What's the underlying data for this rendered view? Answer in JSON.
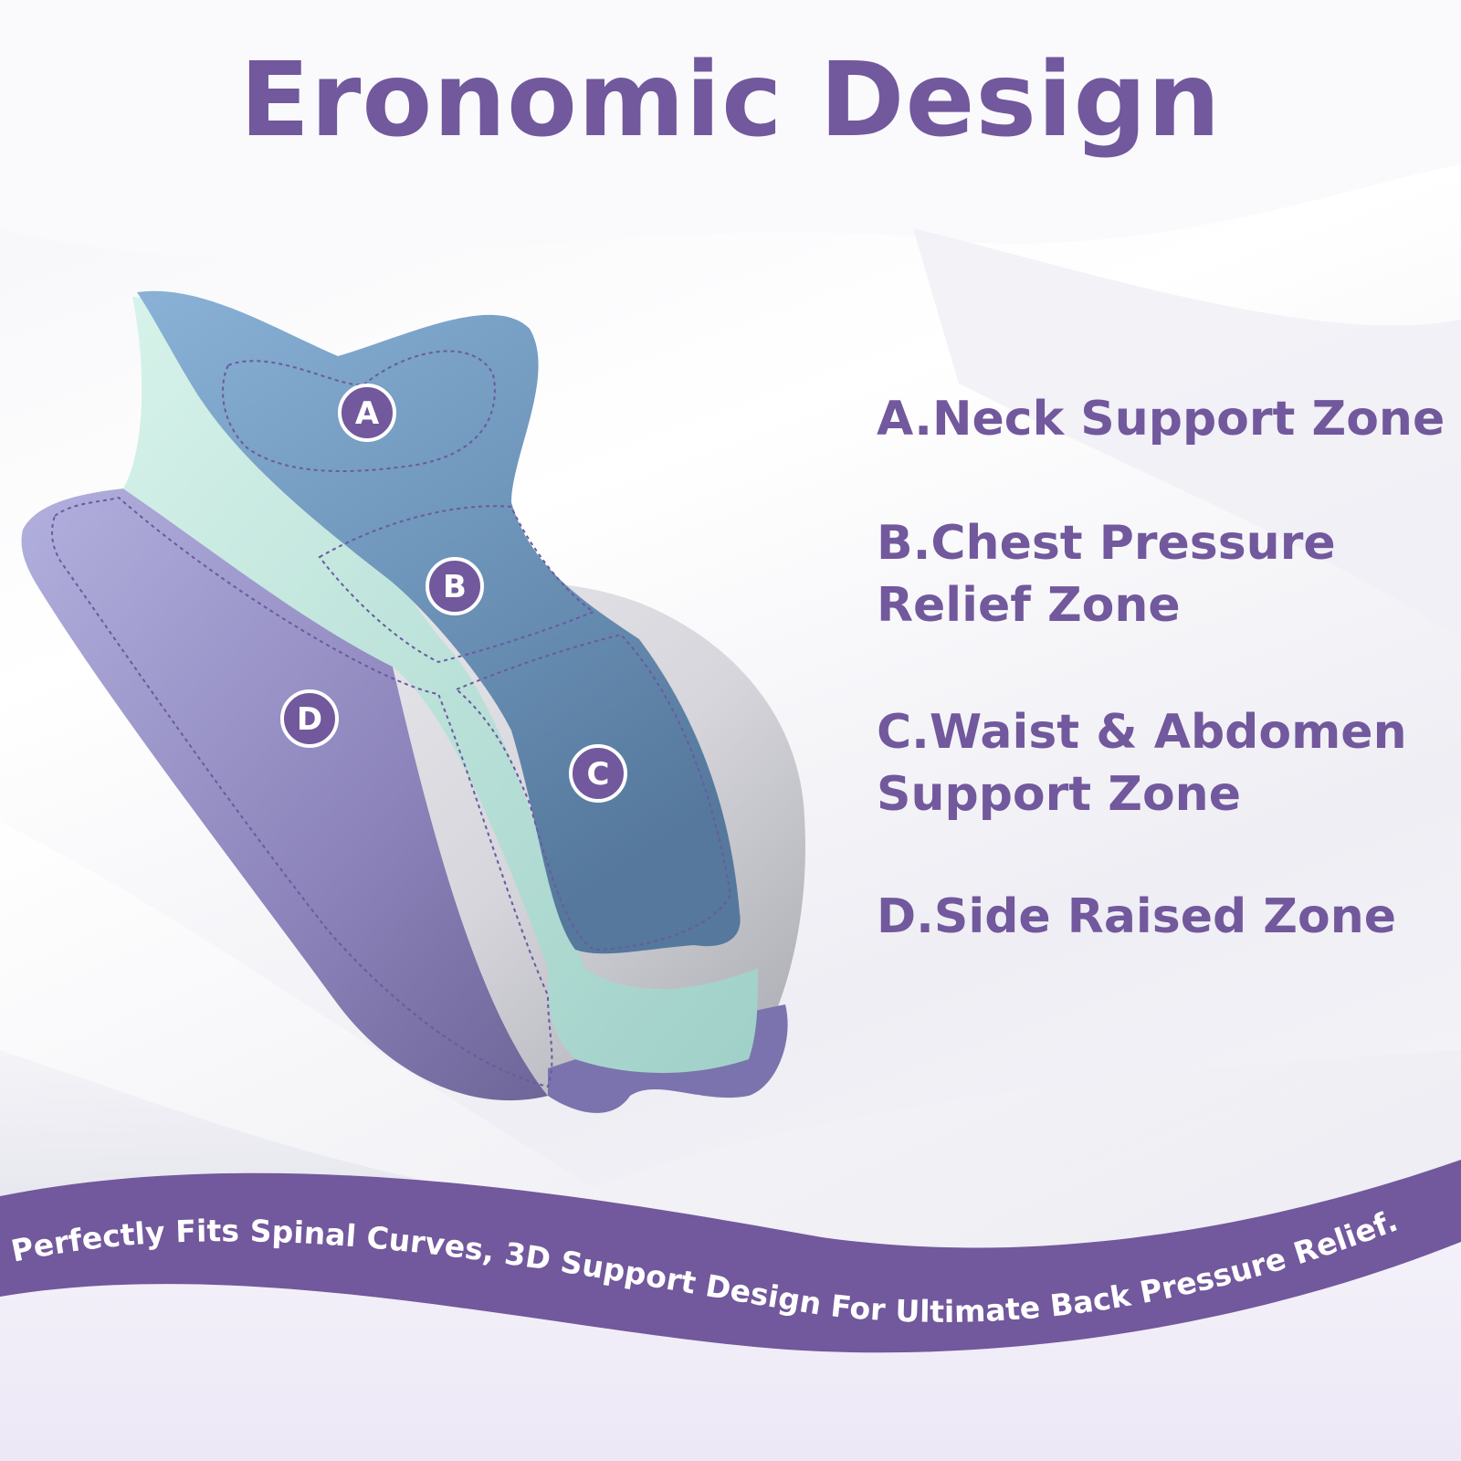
{
  "heading": "Eronomic Design",
  "zones": [
    {
      "letter": "A",
      "line1": "A.Neck Support Zone",
      "line2": ""
    },
    {
      "letter": "B",
      "line1": "B.Chest Pressure",
      "line2": "Relief Zone"
    },
    {
      "letter": "C",
      "line1": "C.Waist & Abdomen",
      "line2": "Support Zone"
    },
    {
      "letter": "D",
      "line1": "D.Side Raised Zone",
      "line2": ""
    }
  ],
  "banner_text": "Perfectly Fits Spinal Curves, 3D Support Design For Ultimate Back Pressure Relief.",
  "colors": {
    "accent": "#72589c",
    "pillow_blue": "#6f93b8",
    "pillow_mint": "#bfe3dc",
    "pillow_purple": "#8e85bd",
    "pillow_gray": "#dcdce2"
  },
  "icons": [
    "zone-marker-a-icon",
    "zone-marker-b-icon",
    "zone-marker-c-icon",
    "zone-marker-d-icon"
  ]
}
